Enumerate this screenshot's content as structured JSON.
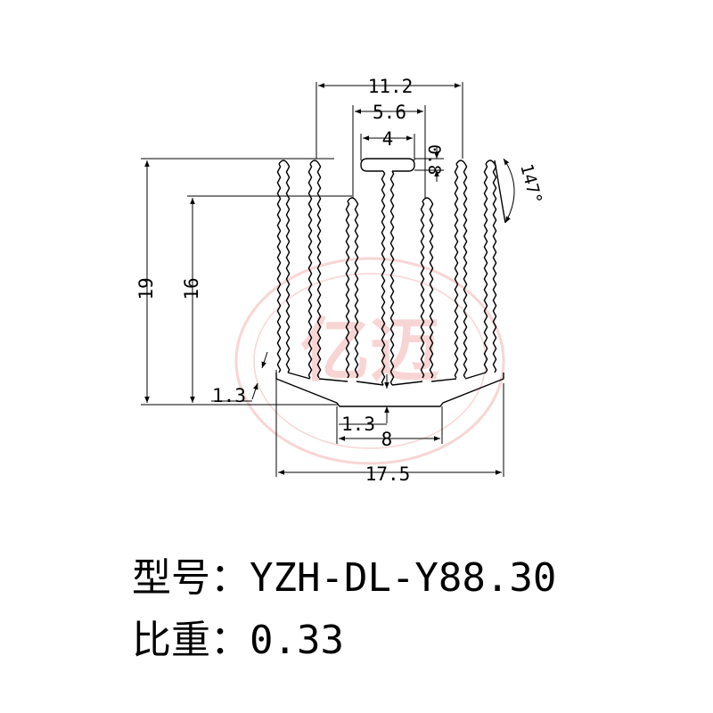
{
  "drawing": {
    "dimensions": {
      "top_width": "11.2",
      "mid_width": "5.6",
      "inner_width": "4",
      "tee_thickness": "0.8",
      "angle": "147°",
      "total_height": "19",
      "inner_height": "16",
      "base_thickness_left": "1.3",
      "base_thickness_center": "1.3",
      "base_bottom_width": "8",
      "total_width": "17.5"
    },
    "watermark": {
      "text": "亿迈",
      "color": "#f3b3b3"
    },
    "line_color": "#000000"
  },
  "caption": {
    "model_label": "型号：",
    "model_value": "YZH-DL-Y88.30",
    "weight_label": "比重：",
    "weight_value": "0.33"
  }
}
